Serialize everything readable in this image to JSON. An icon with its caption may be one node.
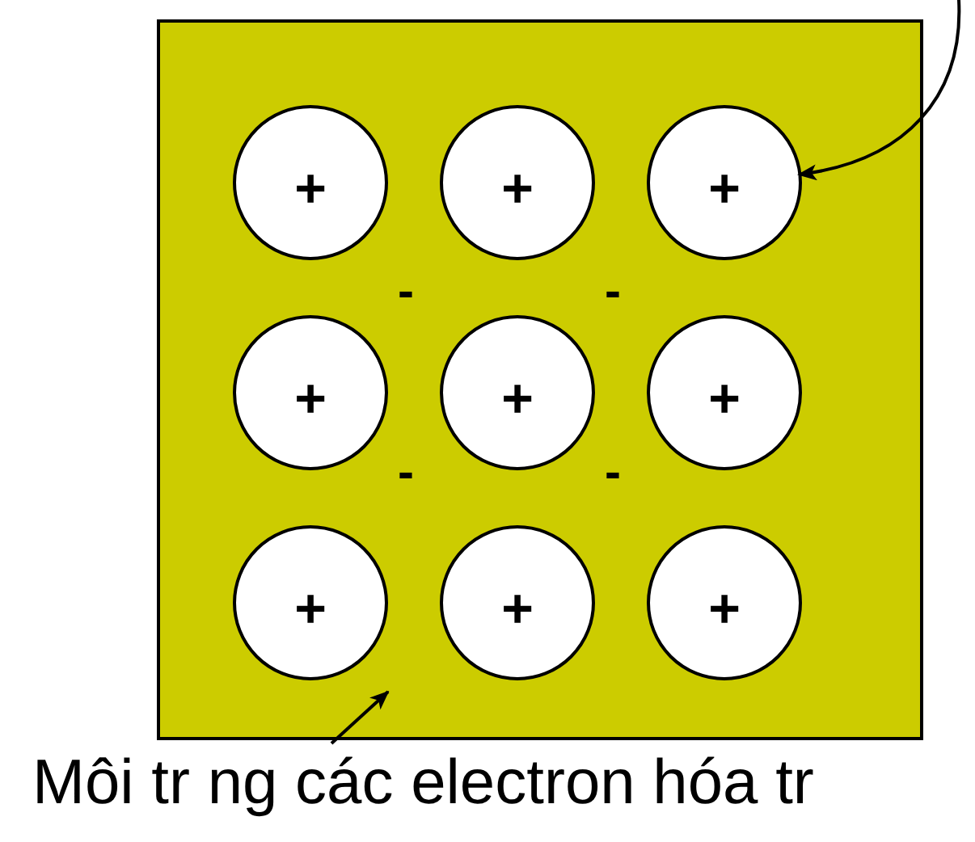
{
  "diagram": {
    "nodes": [
      {
        "text": [],
        "shape": "box"
      },
      {
        "text": [
          "+"
        ],
        "in": 0
      },
      {
        "text": [
          "+"
        ],
        "in": 0
      },
      {
        "text": [
          "+"
        ],
        "in": 0
      },
      {
        "text": [
          "+"
        ],
        "in": 0
      },
      {
        "text": [
          "+"
        ],
        "in": 0
      },
      {
        "text": [
          "+"
        ],
        "in": 0
      },
      {
        "text": [
          "+"
        ],
        "in": 0
      },
      {
        "text": [
          "+"
        ],
        "in": 0
      },
      {
        "text": [
          "+"
        ],
        "in": 0
      },
      {
        "text": [
          "Môi tr ng các electron hóa tr"
        ]
      }
    ],
    "edges": [
      {
        "from": null,
        "to": 3,
        "arrow": "to"
      },
      {
        "from": 10,
        "to": 0,
        "arrow": "to"
      }
    ],
    "labels": [
      "-",
      "-",
      "-",
      "-"
    ]
  }
}
